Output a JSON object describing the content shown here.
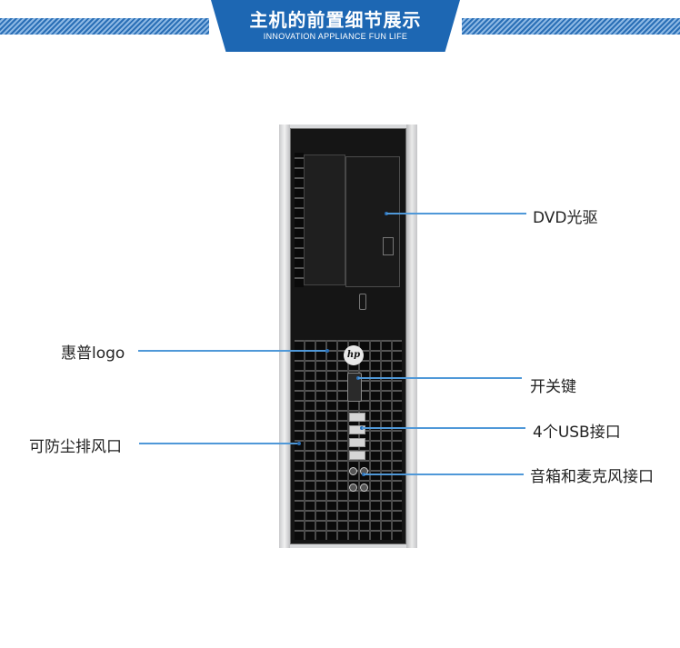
{
  "banner": {
    "title": "主机的前置细节展示",
    "subtitle": "INNOVATION APPLIANCE FUN LIFE"
  },
  "product": {
    "logo_text": "hp"
  },
  "callouts": {
    "dvd": "DVD光驱",
    "hp_logo": "惠普logo",
    "power": "开关键",
    "usb": "4个USB接口",
    "vent": "可防尘排风口",
    "audio": "音箱和麦克风接口"
  },
  "colors": {
    "banner": "#1d67b3",
    "callout_line": "#4f98d8"
  }
}
